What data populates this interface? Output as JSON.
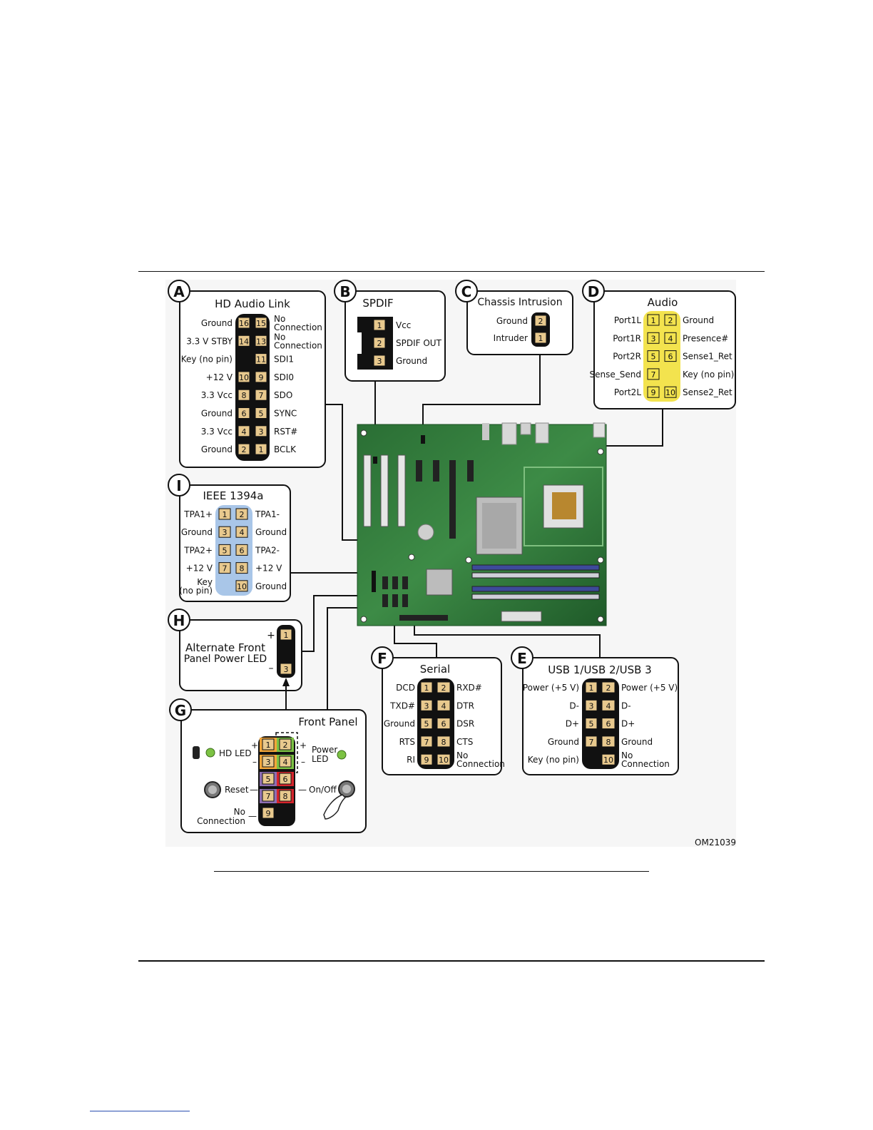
{
  "figure_id": "OM21039",
  "panels": {
    "A": {
      "letter": "A",
      "title": "HD Audio Link",
      "rows": [
        {
          "left": "Ground",
          "pinL": "16",
          "pinR": "15",
          "right1": "No",
          "right2": "Connection"
        },
        {
          "left": "3.3 V STBY",
          "pinL": "14",
          "pinR": "13",
          "right1": "No",
          "right2": "Connection"
        },
        {
          "left": "Key (no pin)",
          "pinL": "",
          "pinR": "11",
          "right1": "SDI1",
          "right2": ""
        },
        {
          "left": "+12 V",
          "pinL": "10",
          "pinR": "9",
          "right1": "SDI0",
          "right2": ""
        },
        {
          "left": "3.3 Vcc",
          "pinL": "8",
          "pinR": "7",
          "right1": "SDO",
          "right2": ""
        },
        {
          "left": "Ground",
          "pinL": "6",
          "pinR": "5",
          "right1": "SYNC",
          "right2": ""
        },
        {
          "left": "3.3 Vcc",
          "pinL": "4",
          "pinR": "3",
          "right1": "RST#",
          "right2": ""
        },
        {
          "left": "Ground",
          "pinL": "2",
          "pinR": "1",
          "right1": "BCLK",
          "right2": ""
        }
      ]
    },
    "B": {
      "letter": "B",
      "title": "SPDIF",
      "rows": [
        {
          "pin": "1",
          "label": "Vcc"
        },
        {
          "pin": "2",
          "label": "SPDIF OUT"
        },
        {
          "pin": "3",
          "label": "Ground"
        }
      ]
    },
    "C": {
      "letter": "C",
      "title": "Chassis Intrusion",
      "rows": [
        {
          "pin": "2",
          "label": "Ground"
        },
        {
          "pin": "1",
          "label": "Intruder"
        }
      ]
    },
    "D": {
      "letter": "D",
      "title": "Audio",
      "rows": [
        {
          "left": "Port1L",
          "pinL": "1",
          "pinR": "2",
          "right": "Ground"
        },
        {
          "left": "Port1R",
          "pinL": "3",
          "pinR": "4",
          "right": "Presence#"
        },
        {
          "left": "Port2R",
          "pinL": "5",
          "pinR": "6",
          "right": "Sense1_Ret"
        },
        {
          "left": "Sense_Send",
          "pinL": "7",
          "pinR": "",
          "right": "Key (no pin)"
        },
        {
          "left": "Port2L",
          "pinL": "9",
          "pinR": "10",
          "right": "Sense2_Ret"
        }
      ]
    },
    "I": {
      "letter": "I",
      "title": "IEEE 1394a",
      "rows": [
        {
          "left1": "TPA1+",
          "left2": "",
          "pinL": "1",
          "pinR": "2",
          "right": "TPA1-"
        },
        {
          "left1": "Ground",
          "left2": "",
          "pinL": "3",
          "pinR": "4",
          "right": "Ground"
        },
        {
          "left1": "TPA2+",
          "left2": "",
          "pinL": "5",
          "pinR": "6",
          "right": "TPA2-"
        },
        {
          "left1": "+12 V",
          "left2": "",
          "pinL": "7",
          "pinR": "8",
          "right": "+12 V"
        },
        {
          "left1": "Key",
          "left2": "(no pin)",
          "pinL": "",
          "pinR": "10",
          "right": "Ground"
        }
      ]
    },
    "H": {
      "letter": "H",
      "title1": "Alternate Front",
      "title2": "Panel Power LED",
      "pins": [
        "1",
        "",
        "3"
      ],
      "plus": "+",
      "minus": "–"
    },
    "G": {
      "letter": "G",
      "title": "Front Panel",
      "hd_led": "HD LED",
      "power_led1": "Power",
      "power_led2": "LED",
      "reset": "Reset",
      "onoff": "On/Off",
      "nc1": "No",
      "nc2": "Connection",
      "plus": "+",
      "minus": "–",
      "dash": "—",
      "pins": [
        [
          "1",
          "2"
        ],
        [
          "3",
          "4"
        ],
        [
          "5",
          "6"
        ],
        [
          "7",
          "8"
        ],
        [
          "9",
          ""
        ]
      ]
    },
    "F": {
      "letter": "F",
      "title": "Serial",
      "rows": [
        {
          "left": "DCD",
          "pinL": "1",
          "pinR": "2",
          "right1": "RXD#",
          "right2": ""
        },
        {
          "left": "TXD#",
          "pinL": "3",
          "pinR": "4",
          "right1": "DTR",
          "right2": ""
        },
        {
          "left": "Ground",
          "pinL": "5",
          "pinR": "6",
          "right1": "DSR",
          "right2": ""
        },
        {
          "left": "RTS",
          "pinL": "7",
          "pinR": "8",
          "right1": "CTS",
          "right2": ""
        },
        {
          "left": "RI",
          "pinL": "9",
          "pinR": "10",
          "right1": "No",
          "right2": "Connection"
        }
      ]
    },
    "E": {
      "letter": "E",
      "title": "USB 1/USB 2/USB 3",
      "rows": [
        {
          "left": "Power (+5 V)",
          "pinL": "1",
          "pinR": "2",
          "right1": "Power (+5 V)",
          "right2": ""
        },
        {
          "left": "D-",
          "pinL": "3",
          "pinR": "4",
          "right1": "D-",
          "right2": ""
        },
        {
          "left": "D+",
          "pinL": "5",
          "pinR": "6",
          "right1": "D+",
          "right2": ""
        },
        {
          "left": "Ground",
          "pinL": "7",
          "pinR": "8",
          "right1": "Ground",
          "right2": ""
        },
        {
          "left": "Key (no pin)",
          "pinL": "",
          "pinR": "10",
          "right1": "No",
          "right2": "Connection"
        }
      ]
    }
  },
  "colors": {
    "board": "#2f7a3a",
    "board_dark": "#1d5a28",
    "pin_tan": "#e8c98e",
    "pin_yellow": "#f3e34e",
    "pin_blue": "#a9c6e8",
    "pin_orange": "#f2a63a",
    "pin_green": "#7cc243",
    "pin_purple": "#8e6fb3",
    "pin_red": "#d5242b",
    "pin_black": "#111111"
  }
}
